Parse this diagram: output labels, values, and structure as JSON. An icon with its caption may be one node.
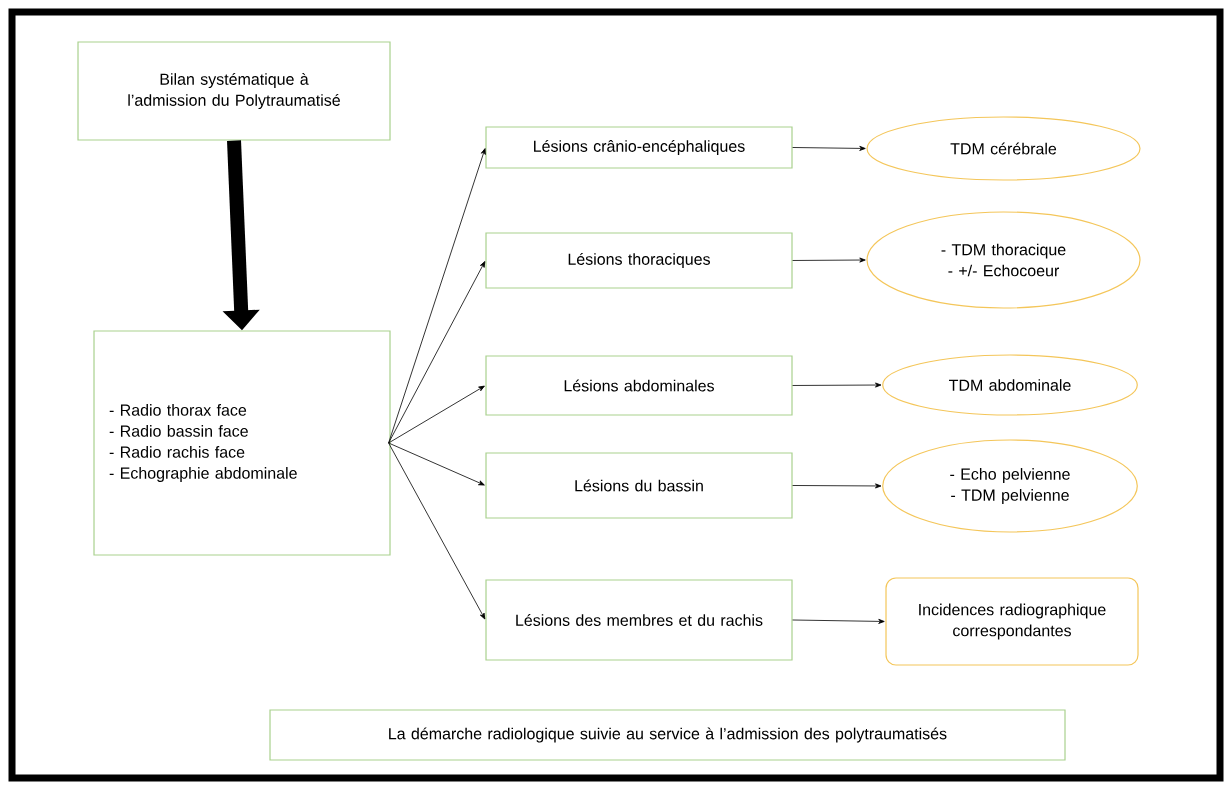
{
  "diagram": {
    "nodes": [
      {
        "text": [
          "Bilan systématique à l’admission du Polytraumatisé"
        ]
      },
      {
        "text": [
          "- Radio thorax face",
          "- Radio bassin face",
          "- Radio rachis face",
          "- Echographie abdominale"
        ]
      },
      {
        "text": [
          "Lésions crânio-encéphaliques"
        ]
      },
      {
        "text": [
          "Lésions thoraciques"
        ]
      },
      {
        "text": [
          "Lésions abdominales"
        ]
      },
      {
        "text": [
          "Lésions du bassin"
        ]
      },
      {
        "text": [
          "Lésions des membres et du rachis"
        ]
      },
      {
        "text": [
          "TDM cérébrale"
        ]
      },
      {
        "text": [
          "- TDM thoracique",
          "- +/- Echocoeur"
        ]
      },
      {
        "text": [
          "TDM abdominale"
        ]
      },
      {
        "text": [
          "- Echo pelvienne",
          "- TDM pelvienne"
        ]
      },
      {
        "text": [
          "Incidences radiographique correspondantes"
        ]
      },
      {
        "text": [
          "La démarche radiologique suivie au service à l’admission des polytraumatisés"
        ]
      }
    ],
    "edges": [
      {
        "from": 0,
        "to": 1,
        "arrow": "to",
        "style": "thick"
      },
      {
        "from": 1,
        "to": 2,
        "arrow": "to"
      },
      {
        "from": 1,
        "to": 3,
        "arrow": "to"
      },
      {
        "from": 1,
        "to": 4,
        "arrow": "to"
      },
      {
        "from": 1,
        "to": 5,
        "arrow": "to"
      },
      {
        "from": 1,
        "to": 6,
        "arrow": "to"
      },
      {
        "from": 2,
        "to": 7,
        "arrow": "to"
      },
      {
        "from": 3,
        "to": 8,
        "arrow": "to"
      },
      {
        "from": 4,
        "to": 9,
        "arrow": "to"
      },
      {
        "from": 5,
        "to": 10,
        "arrow": "to"
      },
      {
        "from": 6,
        "to": 11,
        "arrow": "to"
      }
    ]
  }
}
